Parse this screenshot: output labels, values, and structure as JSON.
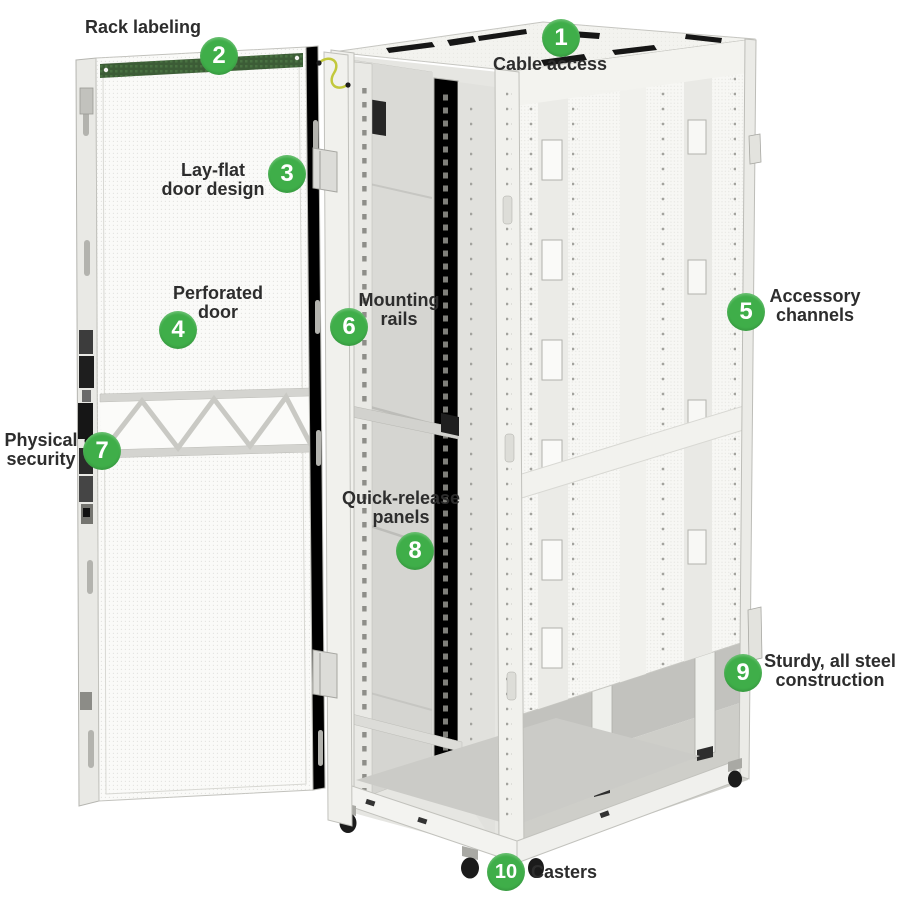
{
  "diagram": {
    "subject": "server rack cabinet with open perforated front door",
    "callouts": [
      {
        "number": "1",
        "label": "Cable access"
      },
      {
        "number": "2",
        "label": "Rack labeling"
      },
      {
        "number": "3",
        "label": "Lay-flat\ndoor design"
      },
      {
        "number": "4",
        "label": "Perforated\ndoor"
      },
      {
        "number": "5",
        "label": "Accessory\nchannels"
      },
      {
        "number": "6",
        "label": "Mounting\nrails"
      },
      {
        "number": "7",
        "label": "Physical\nsecurity"
      },
      {
        "number": "8",
        "label": "Quick-release\npanels"
      },
      {
        "number": "9",
        "label": "Sturdy, all steel\nconstruction"
      },
      {
        "number": "10",
        "label": "Casters"
      }
    ],
    "colors": {
      "badge_green": "#3fae49",
      "badge_text": "#ffffff",
      "label_text": "#2d2d2d",
      "rack_light": "#f4f4f1",
      "rack_frame": "#c5c5c0",
      "interior_gray": "#d5d5d1",
      "detail_black": "#1c1c1c",
      "door_strip_green": "#3c5c36",
      "wire_yellow": "#c2c83c"
    }
  }
}
